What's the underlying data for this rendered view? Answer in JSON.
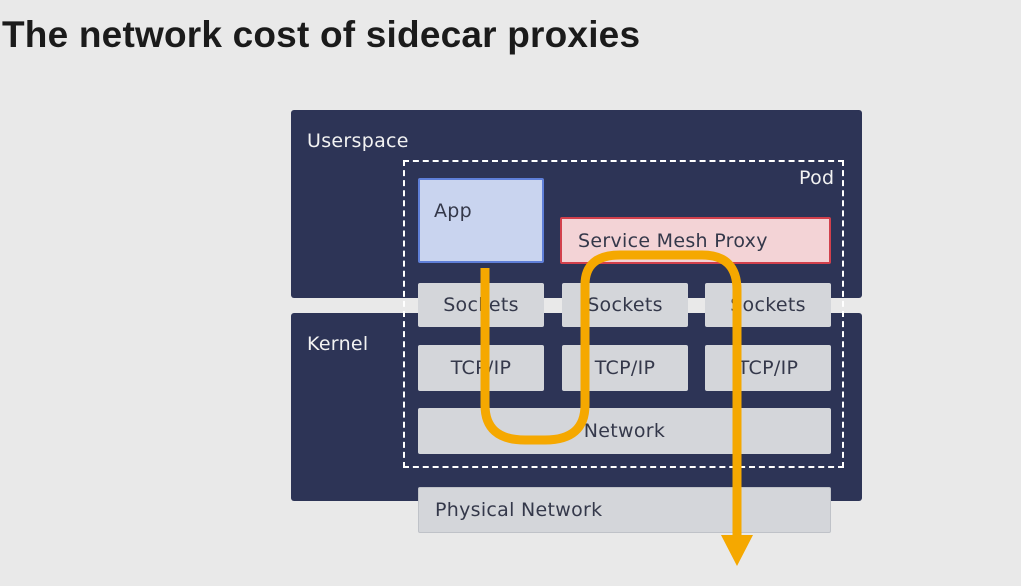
{
  "slide": {
    "title": "The network cost of sidecar proxies"
  },
  "diagram": {
    "userspace_label": "Userspace",
    "kernel_label": "Kernel",
    "pod_label": "Pod",
    "app_label": "App",
    "proxy_label": "Service Mesh Proxy",
    "sockets_labels": [
      "Sockets",
      "Sockets",
      "Sockets"
    ],
    "tcpip_labels": [
      "TCP/IP",
      "TCP/IP",
      "TCP/IP"
    ],
    "network_label": "Network",
    "physical_network_label": "Physical Network"
  },
  "colors": {
    "panel": "#2d3456",
    "background": "#e9e9e9",
    "layer_box": "#d4d6da",
    "app_fill": "#c9d4ef",
    "app_border": "#5f7fd8",
    "proxy_fill": "#f3d3d6",
    "proxy_border": "#d2404c",
    "packet_path": "#f5a800"
  }
}
